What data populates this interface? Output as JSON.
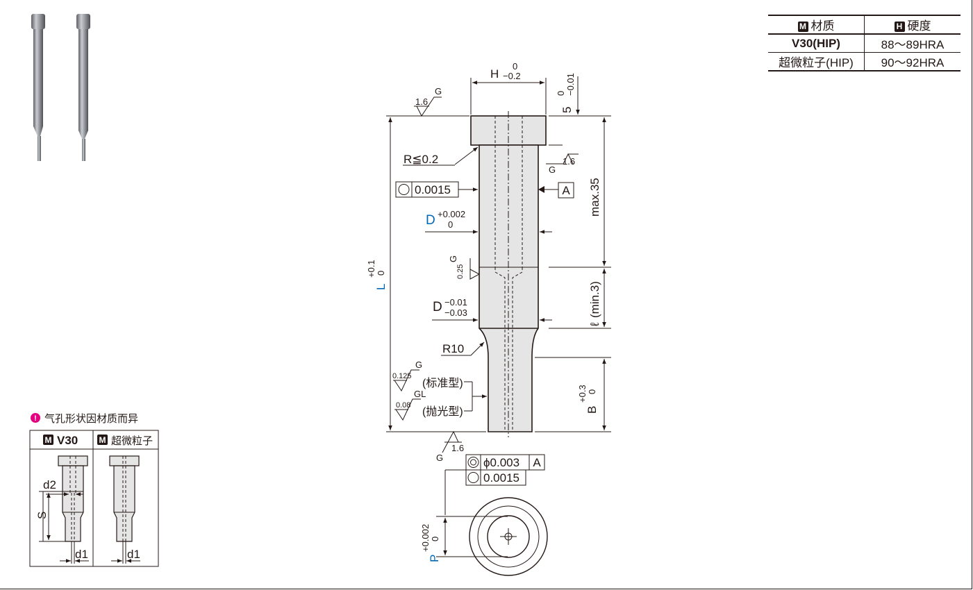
{
  "spec_table": {
    "col1_badge": "M",
    "col1_header": "材质",
    "col2_badge": "H",
    "col2_header": "硬度",
    "rows": [
      {
        "material": "V30(HIP)",
        "hardness": "88～89HRA"
      },
      {
        "material": "超微粒子(HIP)",
        "hardness": "90～92HRA"
      }
    ]
  },
  "note": {
    "icon": "exclamation-circle-icon",
    "text": "气孔形状因材质而异"
  },
  "inset_table": {
    "col1_badge": "M",
    "col1_label": "V30",
    "col2_badge": "M",
    "col2_label": "超微粒子",
    "d2": "d2",
    "s": "S",
    "d1": "d1"
  },
  "dims": {
    "h": "H",
    "h_tol_upper": "0",
    "h_tol_lower": "−0.2",
    "head_thick": "5",
    "head_thick_tol_upper": "0",
    "head_thick_tol_lower": "−0.01",
    "r_head": "R≦0.2",
    "roundness_1": "0.0015",
    "datum_a": "A",
    "d_upper": "D",
    "d_upper_tol_upper": "+0.002",
    "d_upper_tol_lower": "0",
    "max_35": "max.35",
    "l_total": "L",
    "l_tol_upper": "+0.1",
    "l_tol_lower": "0",
    "ell": "ℓ",
    "ell_min": "(min.3)",
    "d_lower": "D",
    "d_lower_tol_upper": "−0.01",
    "d_lower_tol_lower": "−0.03",
    "r10": "R10",
    "b": "B",
    "b_tol_upper": "+0.3",
    "b_tol_lower": "0",
    "type_std": "(标准型)",
    "type_polish": "(抛光型)",
    "runout": "ϕ0.003",
    "runout_datum": "A",
    "roundness_2": "0.0015",
    "p": "P",
    "p_tol_upper": "+0.002",
    "p_tol_lower": "0"
  },
  "surface": {
    "r16": "1.6",
    "g": "G",
    "r025": "0.25",
    "r0125": "0.125",
    "r008": "0.08",
    "gl": "GL"
  },
  "colors": {
    "accent_blue": "#0068b7",
    "note_magenta": "#e4007f",
    "body_fill": "#e5e5e5",
    "line": "#231815"
  }
}
